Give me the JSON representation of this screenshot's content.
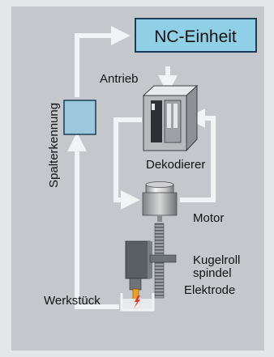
{
  "labels": {
    "nc_unit": "NC-Einheit",
    "drive": "Antrieb",
    "gap_detection": "Spalterkennung",
    "decoder": "Dekodierer",
    "motor": "Motor",
    "ballscrew_line1": "Kugelroll",
    "ballscrew_line2": "spindel",
    "electrode": "Elektrode",
    "workpiece": "Werkstück"
  },
  "colors": {
    "panel": "#c4c7cb",
    "arrow": "#f2f3f5",
    "nc_box": "#8fd0e6",
    "gap_box": "#9cc7dd",
    "spark": "#e23a2a",
    "electrode_tip": "#f0a020"
  }
}
